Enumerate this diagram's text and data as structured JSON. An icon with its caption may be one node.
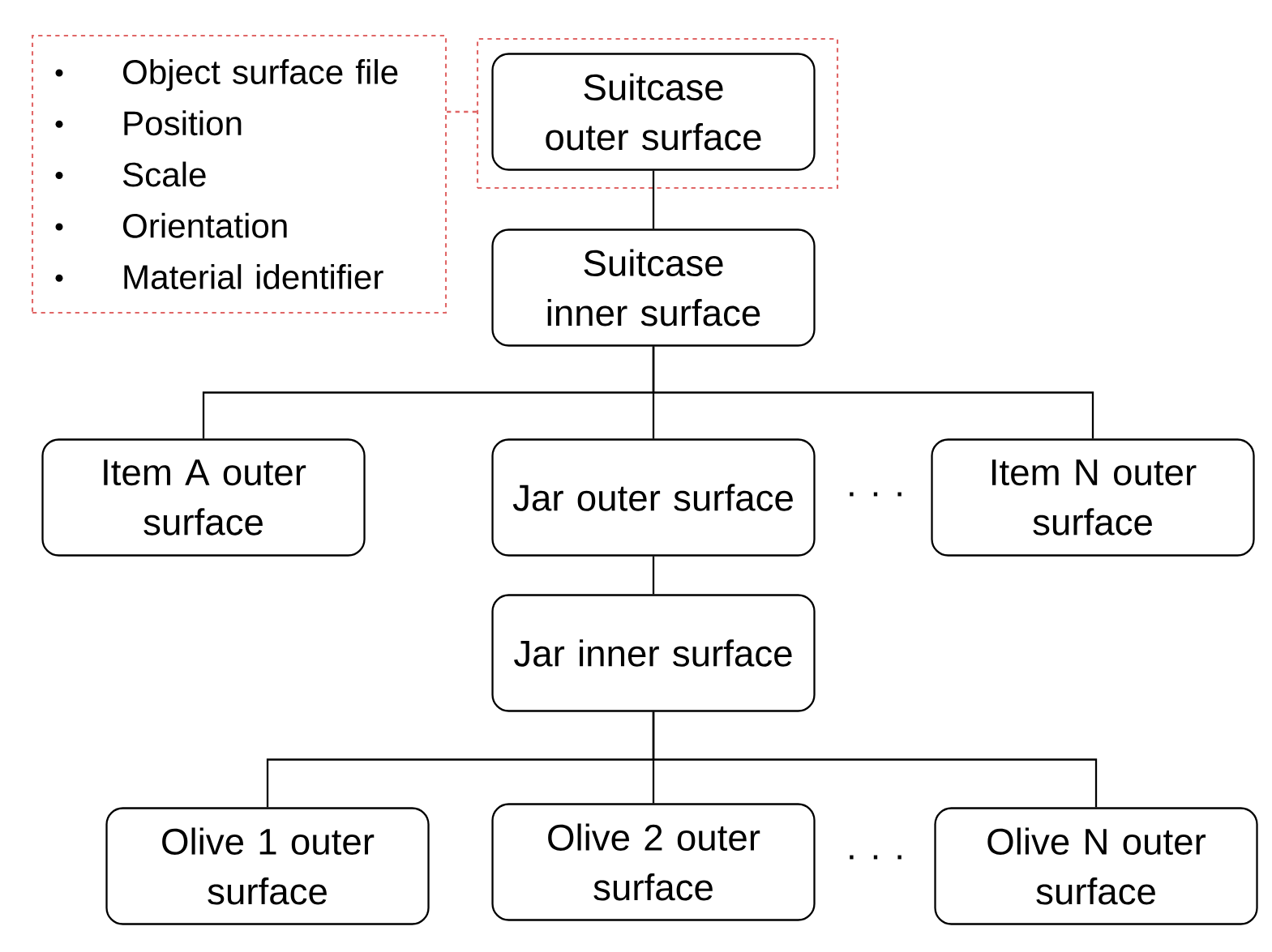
{
  "diagram": {
    "nodes": [
      {
        "text": [
          "Object surface file",
          "Position",
          "Scale",
          "Orientation",
          "Material identifier"
        ]
      },
      {
        "text": [],
        "shape": "box"
      },
      {
        "text": [
          "Suitcase outer surface"
        ],
        "in": 1
      },
      {
        "text": [
          "Suitcase inner surface"
        ]
      },
      {
        "text": [
          "Item A outer surface"
        ]
      },
      {
        "text": [
          "Jar outer surface"
        ]
      },
      {
        "text": [
          "Item N outer surface"
        ]
      },
      {
        "text": [
          "Jar inner surface"
        ]
      },
      {
        "text": [
          "Olive 1 outer surface"
        ]
      },
      {
        "text": [
          "Olive 2 outer surface"
        ]
      },
      {
        "text": [
          "Olive N outer surface"
        ]
      }
    ],
    "edges": [
      {
        "from": 0,
        "to": 1,
        "arrow": "none",
        "style": "dashed",
        "color": "#e06666"
      },
      {
        "from": 2,
        "to": 3,
        "arrow": "none"
      },
      {
        "from": 3,
        "to": 4,
        "arrow": "none"
      },
      {
        "from": 3,
        "to": 5,
        "arrow": "none"
      },
      {
        "from": 3,
        "to": 6,
        "arrow": "none"
      },
      {
        "from": 5,
        "to": 7,
        "arrow": "none"
      },
      {
        "from": 7,
        "to": 8,
        "arrow": "none"
      },
      {
        "from": 7,
        "to": 9,
        "arrow": "none"
      },
      {
        "from": 7,
        "to": 10,
        "arrow": "none"
      }
    ],
    "labels": [
      ". . .",
      ". . ."
    ]
  }
}
